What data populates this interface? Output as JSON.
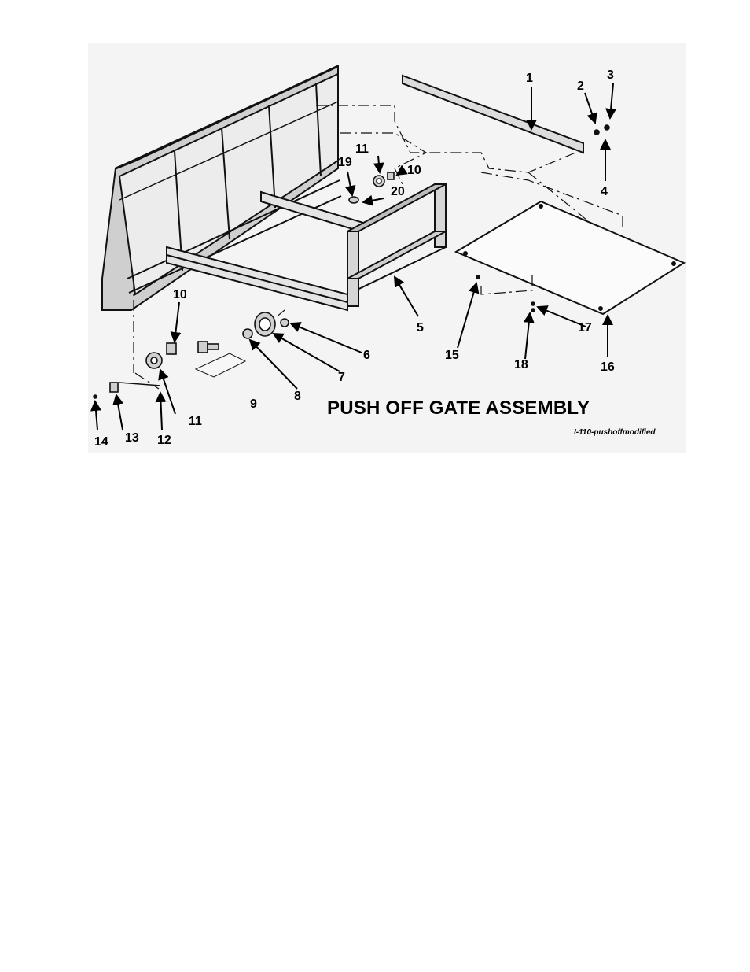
{
  "title": "PUSH OFF GATE ASSEMBLY",
  "figure_ref": "I-110-pushoffmodified",
  "callouts": {
    "c1": "1",
    "c2": "2",
    "c3": "3",
    "c4": "4",
    "c5": "5",
    "c6": "6",
    "c7": "7",
    "c8": "8",
    "c9": "9",
    "c10a": "10",
    "c10b": "10",
    "c11a": "11",
    "c11b": "11",
    "c12": "12",
    "c13": "13",
    "c14": "14",
    "c15": "15",
    "c16": "16",
    "c17": "17",
    "c18": "18",
    "c19": "19",
    "c20": "20"
  }
}
